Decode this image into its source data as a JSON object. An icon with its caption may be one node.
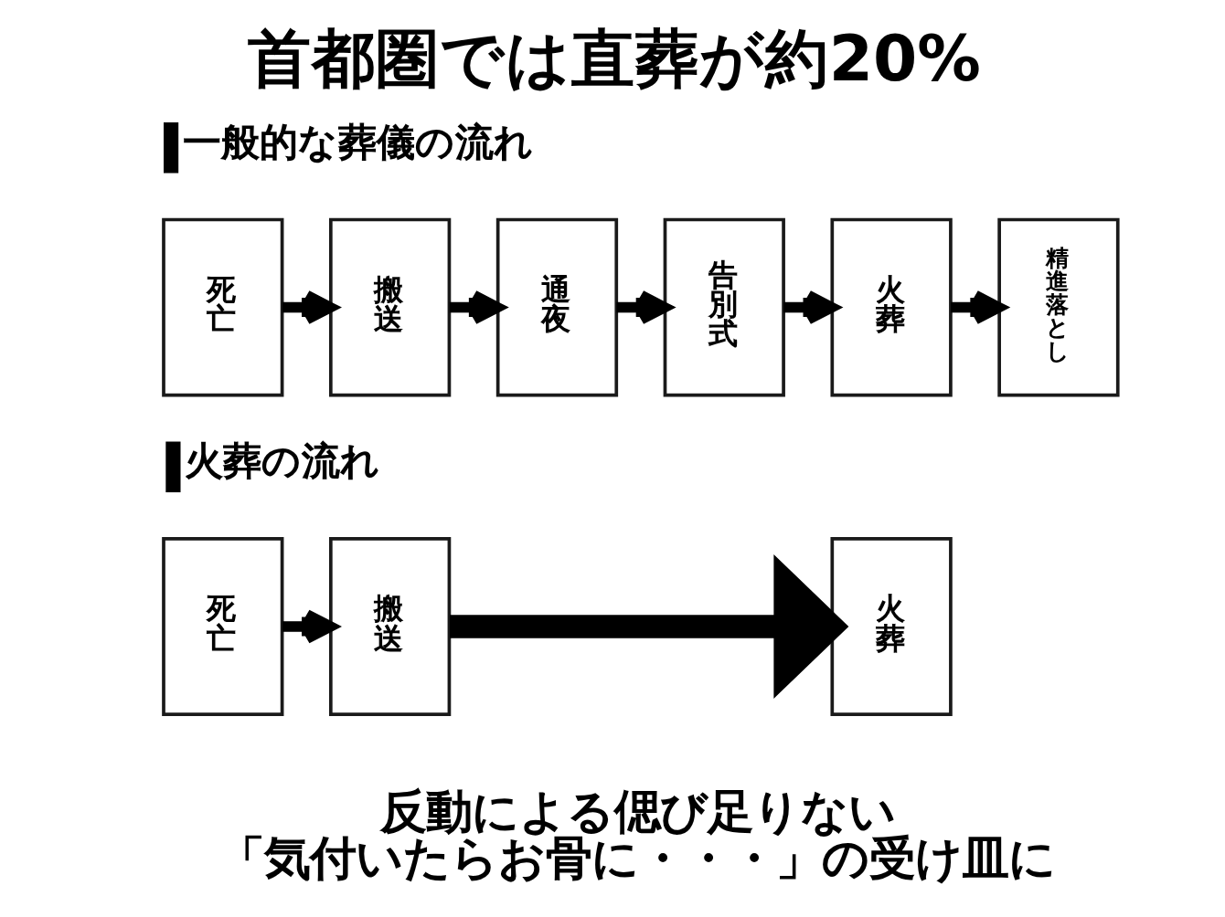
{
  "diagram": {
    "title": "首都圏では直葬が約20%",
    "caption": "反動による偲び足りない「気付いたらお骨に・・・」の受け皿に",
    "nodes": [
      {
        "text": [
          "死亡"
        ]
      },
      {
        "text": [
          "搬送"
        ]
      },
      {
        "text": [
          "通夜"
        ]
      },
      {
        "text": [
          "告別式"
        ]
      },
      {
        "text": [
          "火葬"
        ]
      },
      {
        "text": [
          "精進落とし"
        ]
      },
      {
        "text": [
          "死亡"
        ]
      },
      {
        "text": [
          "搬送"
        ]
      },
      {
        "text": [
          "火葬"
        ]
      }
    ],
    "edges": [
      {
        "from": 0,
        "to": 1,
        "arrow": "to"
      },
      {
        "from": 1,
        "to": 2,
        "arrow": "to"
      },
      {
        "from": 2,
        "to": 3,
        "arrow": "to"
      },
      {
        "from": 3,
        "to": 4,
        "arrow": "to"
      },
      {
        "from": 4,
        "to": 5,
        "arrow": "to"
      },
      {
        "from": 6,
        "to": 7,
        "arrow": "to"
      },
      {
        "from": 7,
        "to": 8,
        "arrow": "to",
        "style": "thick"
      }
    ],
    "labels": [
      "一般的な葬儀の流れ",
      "火葬の流れ"
    ]
  }
}
